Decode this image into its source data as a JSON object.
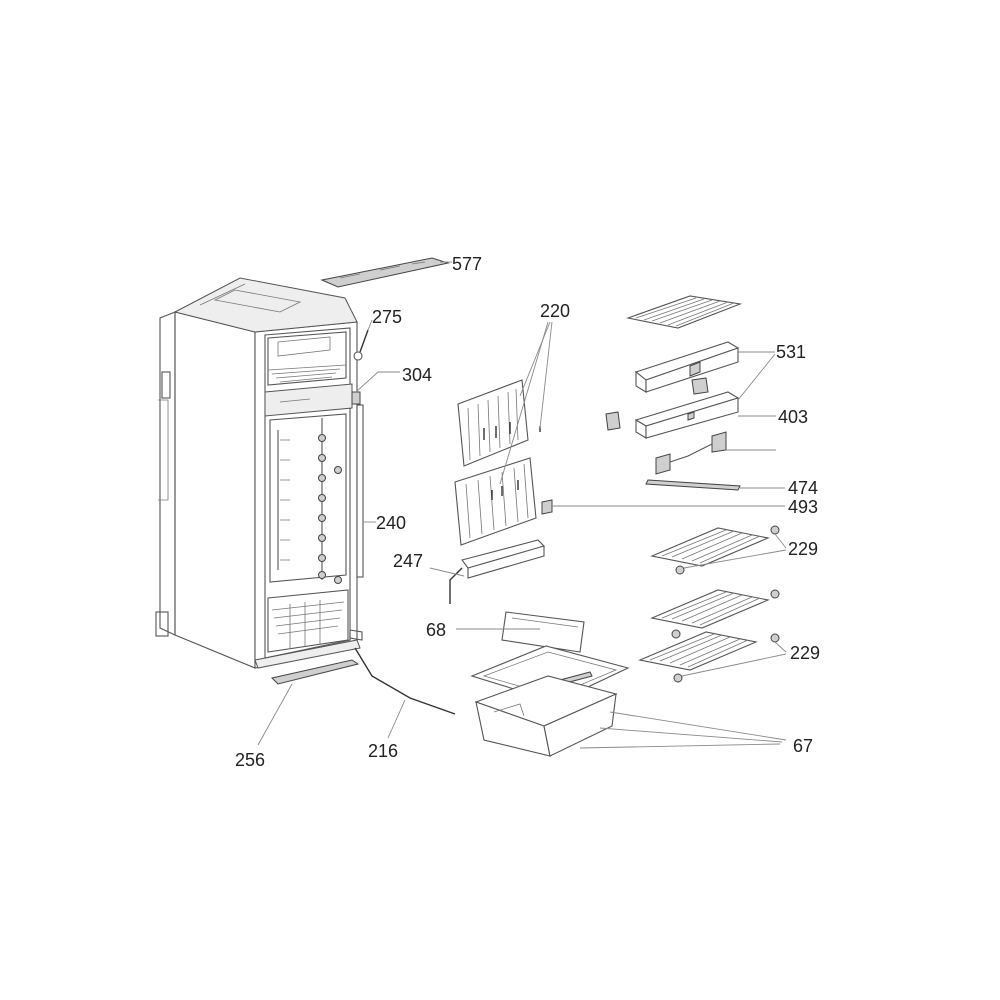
{
  "callouts": {
    "c577": "577",
    "c275": "275",
    "c304": "304",
    "c220": "220",
    "c531": "531",
    "c403": "403",
    "c474": "474",
    "c493": "493",
    "c229a": "229",
    "c229b": "229",
    "c240": "240",
    "c247": "247",
    "c68": "68",
    "c67": "67",
    "c256": "256",
    "c216": "216"
  }
}
